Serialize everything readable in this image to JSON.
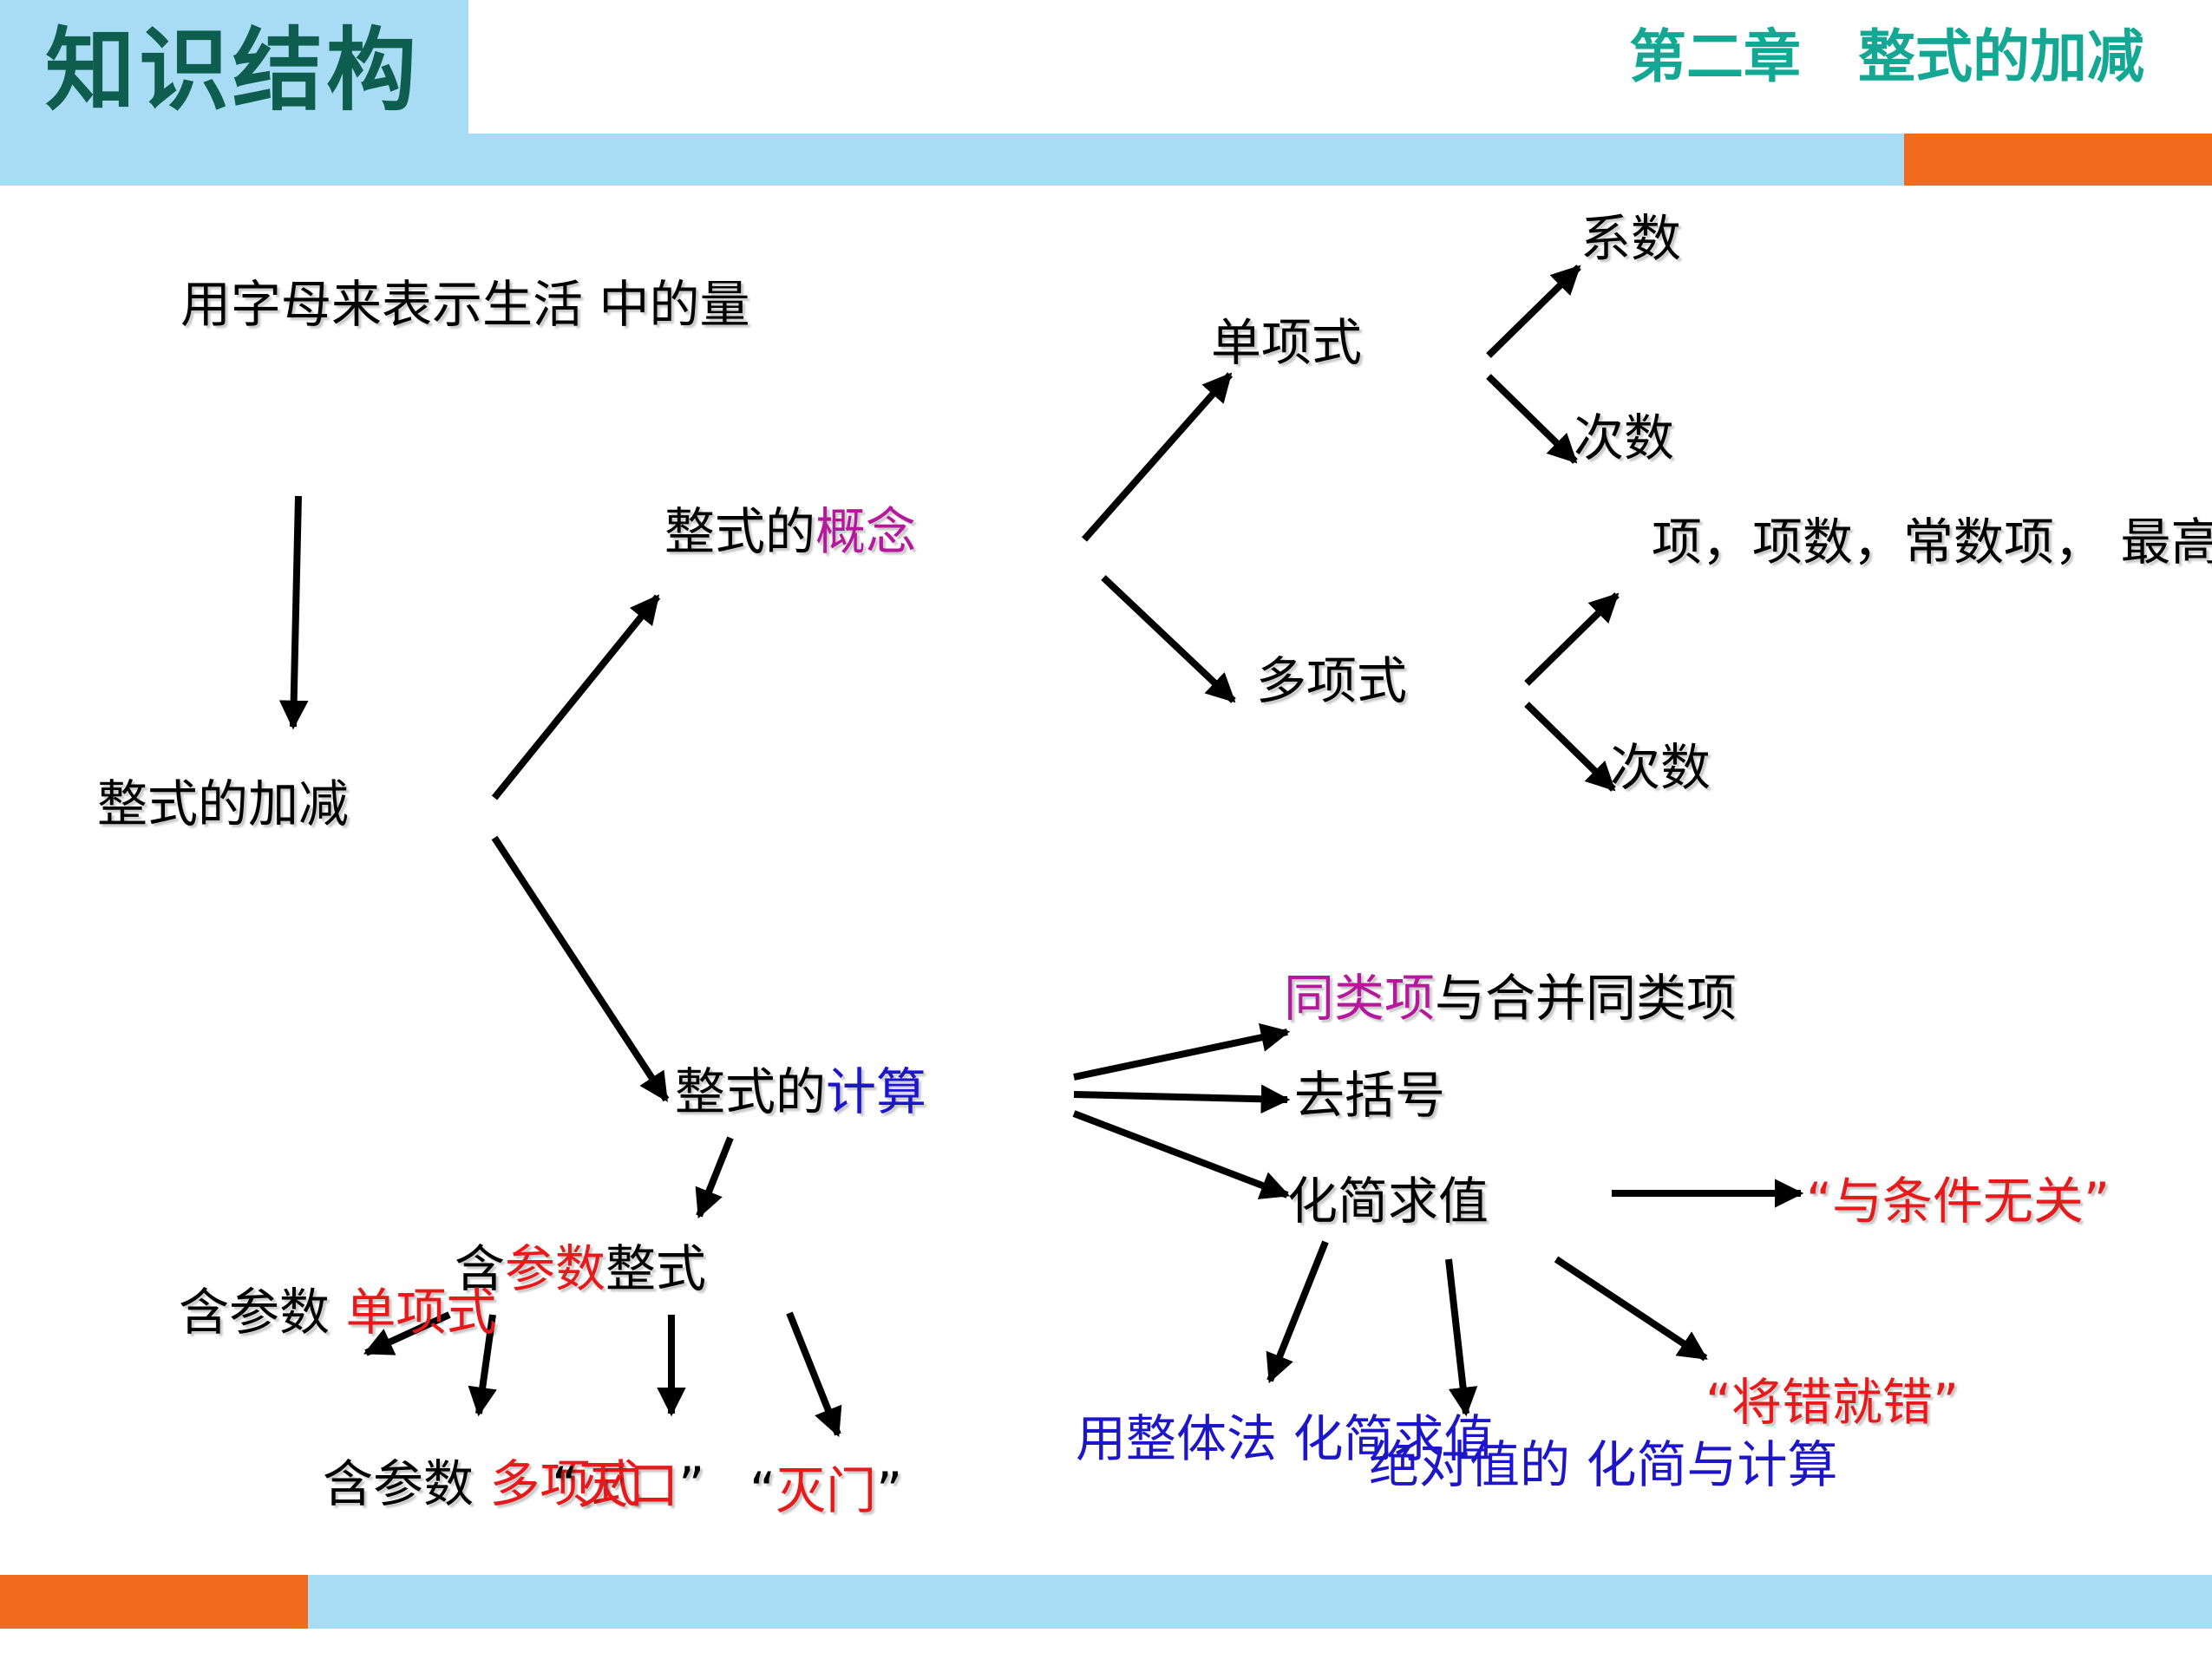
{
  "header": {
    "title": "知识结构",
    "chapter": "第二章　整式的加减"
  },
  "diagram": {
    "top_note": [
      "用字母来表示生活",
      "中的量"
    ],
    "root": "整式的加减",
    "concept": {
      "prefix": "整式的",
      "highlight": "概念"
    },
    "monomial": "单项式",
    "coefficient": "系数",
    "degree_mono": "次数",
    "polynomial": "多项式",
    "poly_terms": [
      "项，项数，常数项，",
      "最高次项"
    ],
    "degree_poly": "次数",
    "calc": {
      "prefix": "整式的",
      "highlight": "计算"
    },
    "like_terms": {
      "highlight": "同类项",
      "rest": "与合并同类项"
    },
    "brackets": "去括号",
    "simplify": "化简求值",
    "independent": "“与条件无关”",
    "whole_method": [
      "用整体法",
      "化简求值"
    ],
    "abs_value": [
      "绝对值的",
      "化简与计算"
    ],
    "mistake": "“将错就错”",
    "param": {
      "pre": "含",
      "highlight": "参数",
      "post": "整式"
    },
    "param_mono": {
      "line1": "含参数",
      "line2": "单项式"
    },
    "param_poly": {
      "line1": "含参数",
      "line2": "多项式"
    },
    "miekou": {
      "q1": "“",
      "word": "灭口",
      "q2": "”"
    },
    "miemen": {
      "q1": "“",
      "word": "灭门",
      "q2": "”"
    }
  },
  "colors": {
    "light_blue": "#a8dcf5",
    "orange": "#f26b1d",
    "title_green": "#0d5e4e",
    "chapter_teal": "#14a894",
    "magenta": "#b5189b",
    "blue": "#1c16c8",
    "red": "#e61a1a"
  }
}
